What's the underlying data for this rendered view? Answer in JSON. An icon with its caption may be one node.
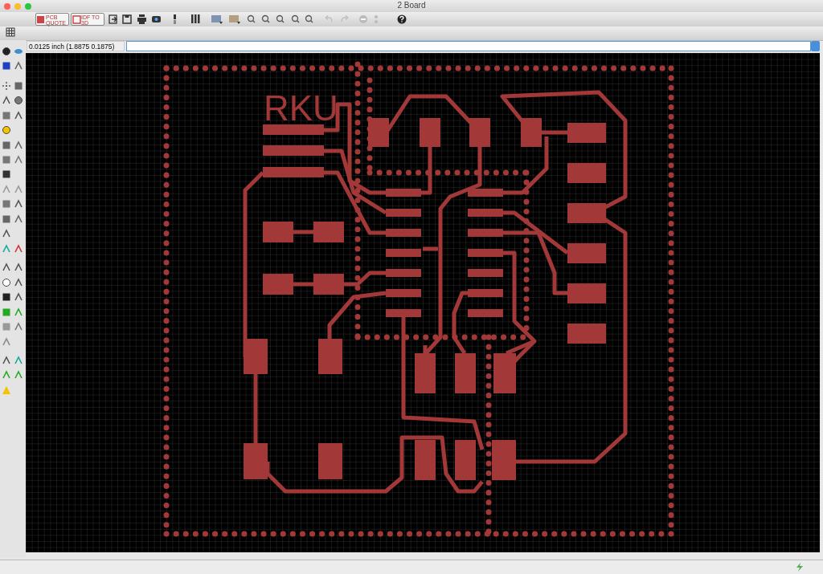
{
  "diagram": {
    "labels": [
      "2 Board",
      "PCB QUOTE",
      "IDF TO 3D",
      "0.0125 inch (1.8875 0.1875)",
      "RKU"
    ]
  }
}
